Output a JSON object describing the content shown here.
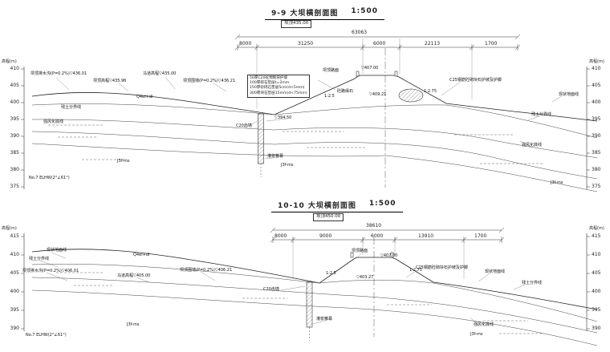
{
  "drawing": {
    "background": "#ffffff",
    "line_color": "#333333"
  },
  "sections": [
    {
      "title": "9-9 大坝横剖面图",
      "scale": "1:500",
      "crest_box": "坝顶435.00",
      "total_dim": "63063",
      "sub_dims": [
        "8000",
        "31250",
        "6000",
        "22113",
        "1700"
      ],
      "axis_label": "高程(m)",
      "elevations": [
        "410",
        "405",
        "400",
        "395",
        "390",
        "385",
        "380",
        "375"
      ],
      "ann": {
        "drain_ditch": "坝顶排水沟(P=0.2%)▽436.01",
        "crest_elev_left": "坝顶高程▽435.96",
        "berm_elev": "马道高程▽435.00",
        "parapet": "坝顶围墙(P=0.2%)▽436.21",
        "layers": [
          "50厚C20砼预制块护坡",
          "100厚碎石垫层t=2mm",
          "150厚砂砾石垫层5cm(d<5mm)",
          "300厚块石垫层15mm(d<75mm)"
        ],
        "pavement": "坝顶路面",
        "crest_elev": "▽407.00",
        "curb": "砼路缘石",
        "curb_elev": "▽409.21",
        "riprap": "C25钢筋砼砌块石护坡及护脚",
        "surface_right": "现状地面线",
        "residual_right": "残土分界线",
        "weathered_right": "强风化底线",
        "residual_left": "残土分界线",
        "weathered_left": "强风化底线",
        "geo_code": "Q4el+dl",
        "cutoff_elev": "▽394.50",
        "toe_wall": "C20齿墙",
        "grout": "灌浆帷幕",
        "rock_code_left": "J3f-ms",
        "rock_code_mid": "J3f-ms",
        "rock_code_right": "J3f-ms",
        "fault": "No.7 ELHW(2°∠61°)",
        "slope_left": "1:2.5",
        "slope_right": "1:2.75"
      }
    },
    {
      "title": "10-10 大坝横剖面图",
      "scale": "1:500",
      "crest_box": "坝顶450.00",
      "total_dim": "38610",
      "sub_dims": [
        "8000",
        "9000",
        "6000",
        "13910",
        "1700"
      ],
      "axis_label": "高程(m)",
      "elevations": [
        "415",
        "410",
        "405",
        "400",
        "395",
        "390"
      ],
      "ann": {
        "surface_left": "现状地面线",
        "residual_left": "残土分界线",
        "geo_code": "Q4el+dl",
        "drain_ditch": "坝顶排水沟(P=0.2%)▽406.01",
        "berm_elev": "马道高程▽405.00",
        "parapet": "坝顶围墙(P=0.2%)▽406.21",
        "pavement": "坝顶路面",
        "crest_elev": "▽407.00",
        "riprap": "C25钢筋砼砌块石护坡及护脚",
        "cutoff_elev": "▽403.27",
        "toe_wall": "C20齿墙",
        "grout": "灌浆帷幕",
        "surface_right": "现状地面线",
        "residual_right": "残土分界线",
        "weathered_right": "强风化底线",
        "rock_code_left": "J3f-ms",
        "rock_code_right": "J3f-ms",
        "fault": "No.7 ELHW(2°∠61°)",
        "slope_left": "1:2.5",
        "slope_right": "1:2.75"
      }
    }
  ]
}
